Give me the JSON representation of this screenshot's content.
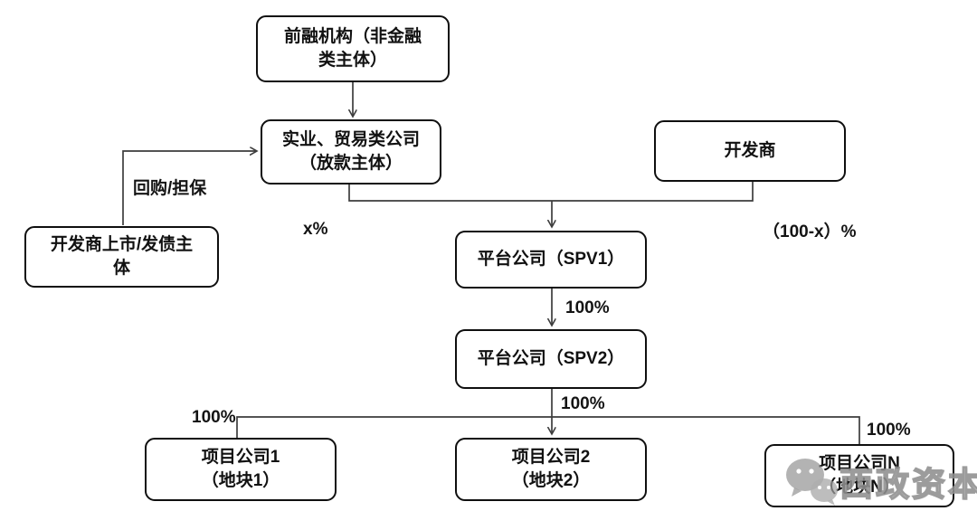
{
  "nodes": {
    "pre_financing": {
      "line1": "前融机构（非金融",
      "line2": "类主体）"
    },
    "industrial_trading": {
      "line1": "实业、贸易类公司",
      "line2": "（放款主体）"
    },
    "developer": {
      "label": "开发商"
    },
    "developer_listed": {
      "line1": "开发商上市/发债主",
      "line2": "体"
    },
    "spv1": {
      "label": "平台公司（SPV1）"
    },
    "spv2": {
      "label": "平台公司（SPV2）"
    },
    "project1": {
      "line1": "项目公司1",
      "line2": "（地块1）"
    },
    "project2": {
      "line1": "项目公司2",
      "line2": "（地块2）"
    },
    "projectN": {
      "line1": "项目公司N",
      "line2": "（地块N）"
    }
  },
  "edge_labels": {
    "repurchase_guarantee": "回购/担保",
    "x_percent": "x%",
    "remainder_percent": "（100-x）%",
    "spv1_to_spv2": "100%",
    "spv2_to_project2": "100%",
    "to_project1": "100%",
    "to_projectN": "100%"
  },
  "watermark": {
    "text": "西政资本"
  },
  "colors": {
    "line": "#3d3d3d",
    "box_border": "#0f0f0f",
    "text": "#111111",
    "watermark_gray": "#8f8f8f"
  }
}
